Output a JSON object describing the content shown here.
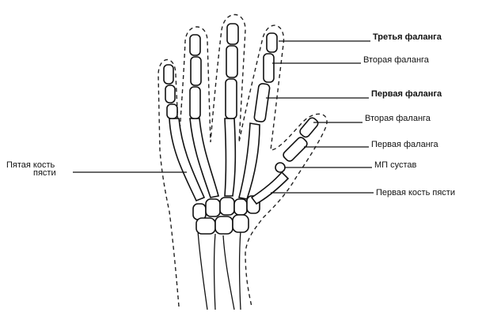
{
  "labels": {
    "third_phalanx": "Третья фаланга",
    "second_phalanx": "Вторая фаланга",
    "first_phalanx": "Первая фаланга",
    "thumb_second_phalanx": "Вторая фаланга",
    "thumb_first_phalanx": "Первая фаланга",
    "mp_joint": "МП сустав",
    "first_metacarpal": "Первая кость пясти",
    "fifth_metacarpal_line1": "Пятая кость",
    "fifth_metacarpal_line2": "пясти"
  }
}
